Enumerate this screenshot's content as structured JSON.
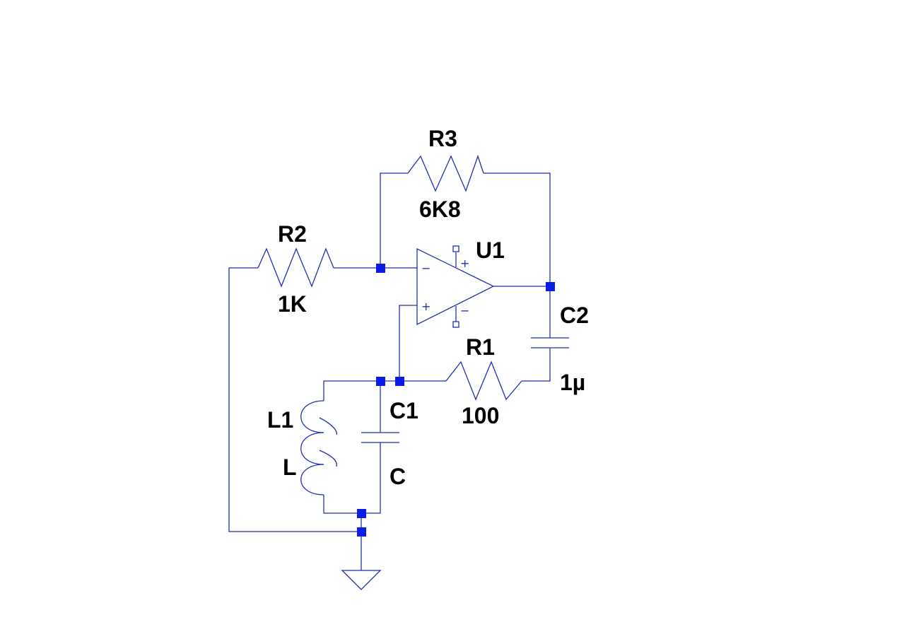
{
  "components": {
    "r1": {
      "ref": "R1",
      "value": "100"
    },
    "r2": {
      "ref": "R2",
      "value": "1K"
    },
    "r3": {
      "ref": "R3",
      "value": "6K8"
    },
    "c1": {
      "ref": "C1",
      "value": "C"
    },
    "c2": {
      "ref": "C2",
      "value": "1µ"
    },
    "l1": {
      "ref": "L1",
      "value": "L"
    },
    "u1": {
      "ref": "U1"
    }
  },
  "opamp_pins": {
    "inverting": "−",
    "non_inverting": "+",
    "supply_pos": "+",
    "supply_neg": "−"
  },
  "colors": {
    "wire": "#1f2fb0",
    "junction": "#0a1de8",
    "label": "#000000",
    "background": "#ffffff"
  }
}
